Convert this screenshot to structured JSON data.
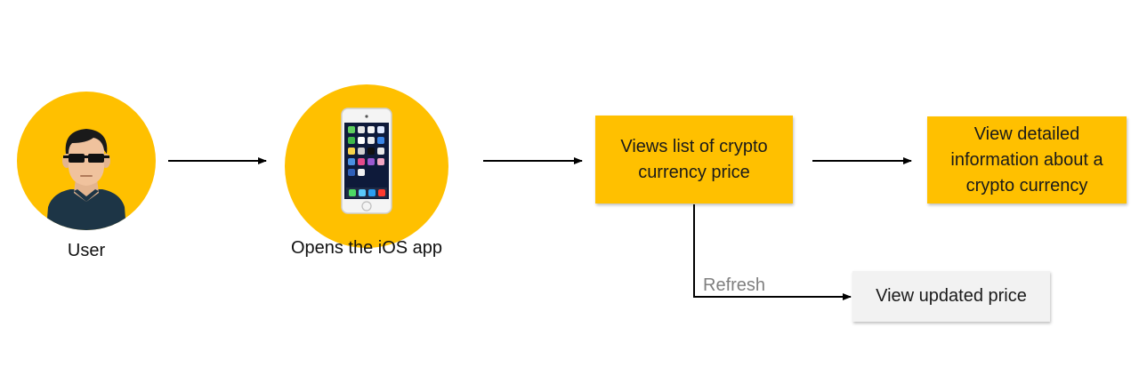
{
  "colors": {
    "accent": "#FFC000",
    "neutral_box": "#F2F2F2",
    "arrow": "#000000",
    "edge_label": "#7F7F7F"
  },
  "nodes": {
    "user": {
      "label": "User",
      "icon": "user-with-sunglasses-icon"
    },
    "app": {
      "label": "Opens the iOS app",
      "icon": "iphone-icon"
    },
    "list": {
      "line1": "Views list of crypto",
      "line2": "currency price"
    },
    "detail": {
      "line1": "View detailed",
      "line2": "information about a",
      "line3": "crypto currency"
    },
    "updated": {
      "label": "View updated price"
    }
  },
  "edges": {
    "refresh": {
      "label": "Refresh"
    }
  }
}
